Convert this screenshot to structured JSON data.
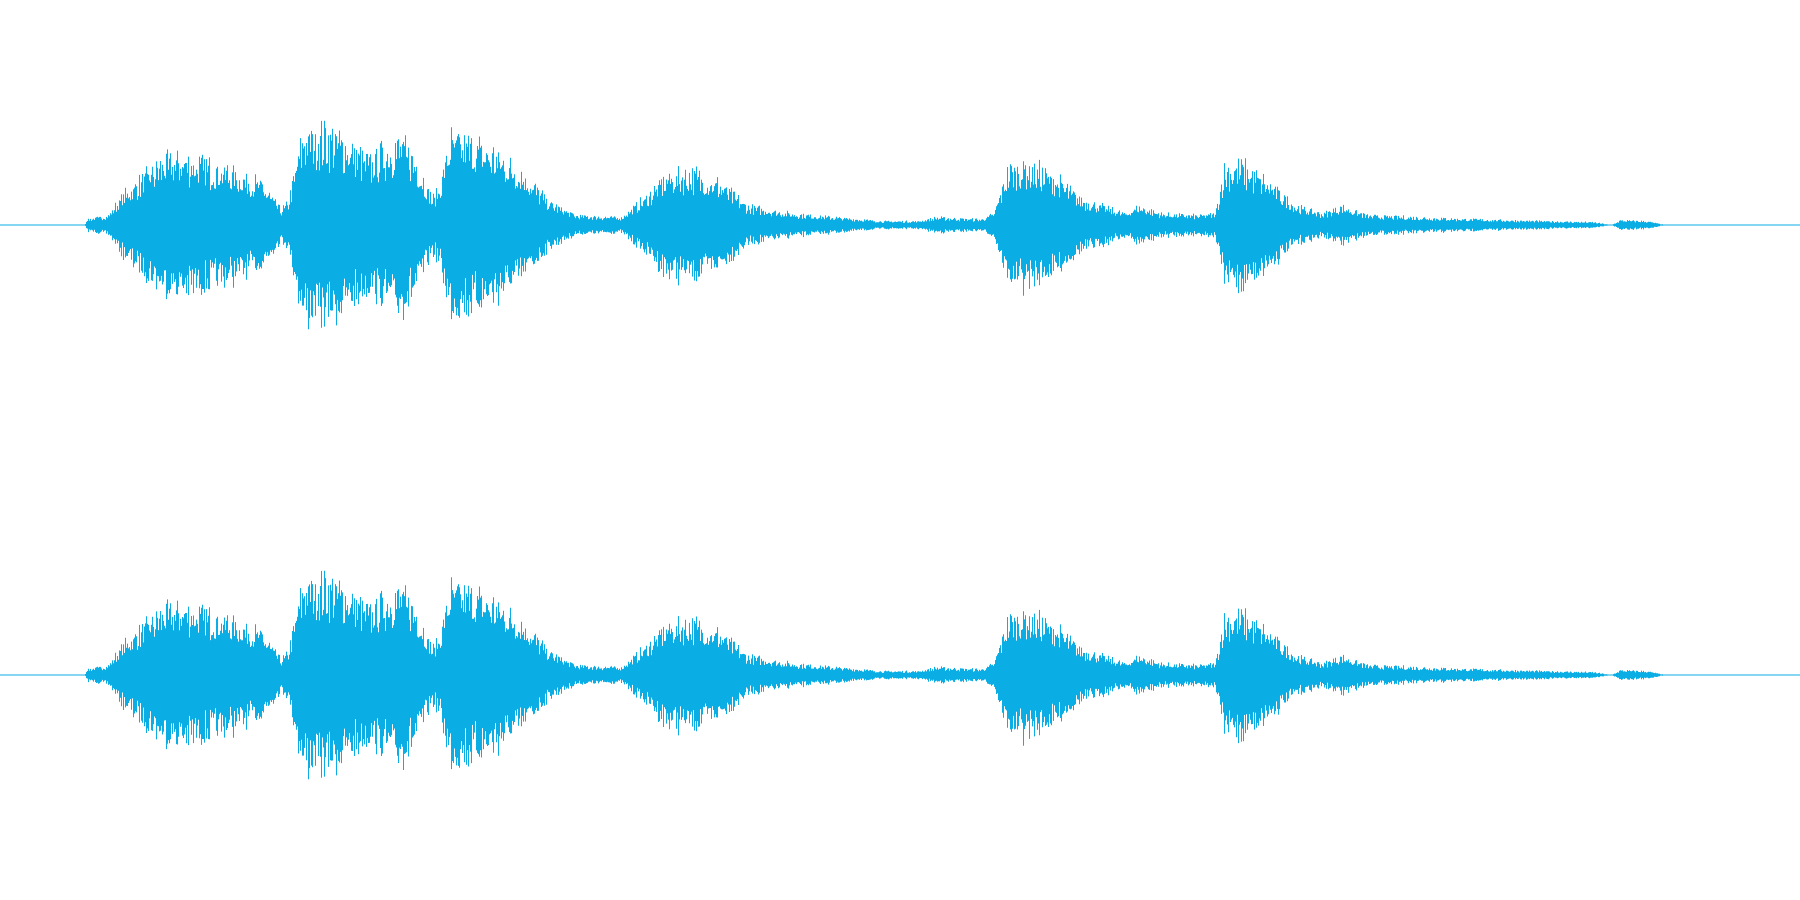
{
  "waveform": {
    "color": "#0aaee4",
    "background": "#ffffff",
    "channels": [
      {
        "name": ""
      },
      {
        "name": ""
      }
    ],
    "duration_fraction_active": [
      0.048,
      0.925
    ],
    "envelope": [
      [
        0.0,
        0.0
      ],
      [
        0.047,
        0.0
      ],
      [
        0.048,
        0.03
      ],
      [
        0.06,
        0.05
      ],
      [
        0.068,
        0.16
      ],
      [
        0.08,
        0.26
      ],
      [
        0.09,
        0.34
      ],
      [
        0.1,
        0.36
      ],
      [
        0.11,
        0.34
      ],
      [
        0.125,
        0.3
      ],
      [
        0.145,
        0.22
      ],
      [
        0.156,
        0.08
      ],
      [
        0.16,
        0.12
      ],
      [
        0.168,
        0.48
      ],
      [
        0.18,
        0.5
      ],
      [
        0.19,
        0.46
      ],
      [
        0.205,
        0.34
      ],
      [
        0.212,
        0.4
      ],
      [
        0.222,
        0.45
      ],
      [
        0.23,
        0.36
      ],
      [
        0.24,
        0.14
      ],
      [
        0.244,
        0.2
      ],
      [
        0.25,
        0.46
      ],
      [
        0.262,
        0.44
      ],
      [
        0.275,
        0.38
      ],
      [
        0.29,
        0.28
      ],
      [
        0.305,
        0.12
      ],
      [
        0.32,
        0.05
      ],
      [
        0.345,
        0.04
      ],
      [
        0.36,
        0.16
      ],
      [
        0.37,
        0.26
      ],
      [
        0.385,
        0.28
      ],
      [
        0.4,
        0.22
      ],
      [
        0.415,
        0.1
      ],
      [
        0.44,
        0.06
      ],
      [
        0.465,
        0.04
      ],
      [
        0.49,
        0.02
      ],
      [
        0.51,
        0.02
      ],
      [
        0.52,
        0.04
      ],
      [
        0.545,
        0.03
      ],
      [
        0.552,
        0.06
      ],
      [
        0.56,
        0.3
      ],
      [
        0.57,
        0.32
      ],
      [
        0.585,
        0.26
      ],
      [
        0.6,
        0.14
      ],
      [
        0.625,
        0.06
      ],
      [
        0.632,
        0.1
      ],
      [
        0.645,
        0.06
      ],
      [
        0.665,
        0.05
      ],
      [
        0.675,
        0.06
      ],
      [
        0.68,
        0.3
      ],
      [
        0.69,
        0.32
      ],
      [
        0.705,
        0.22
      ],
      [
        0.72,
        0.1
      ],
      [
        0.735,
        0.06
      ],
      [
        0.745,
        0.1
      ],
      [
        0.76,
        0.05
      ],
      [
        0.79,
        0.04
      ],
      [
        0.82,
        0.03
      ],
      [
        0.86,
        0.02
      ],
      [
        0.885,
        0.015
      ],
      [
        0.895,
        0.0
      ],
      [
        0.9,
        0.025
      ],
      [
        0.915,
        0.02
      ],
      [
        0.925,
        0.0
      ],
      [
        1.0,
        0.0
      ]
    ]
  }
}
